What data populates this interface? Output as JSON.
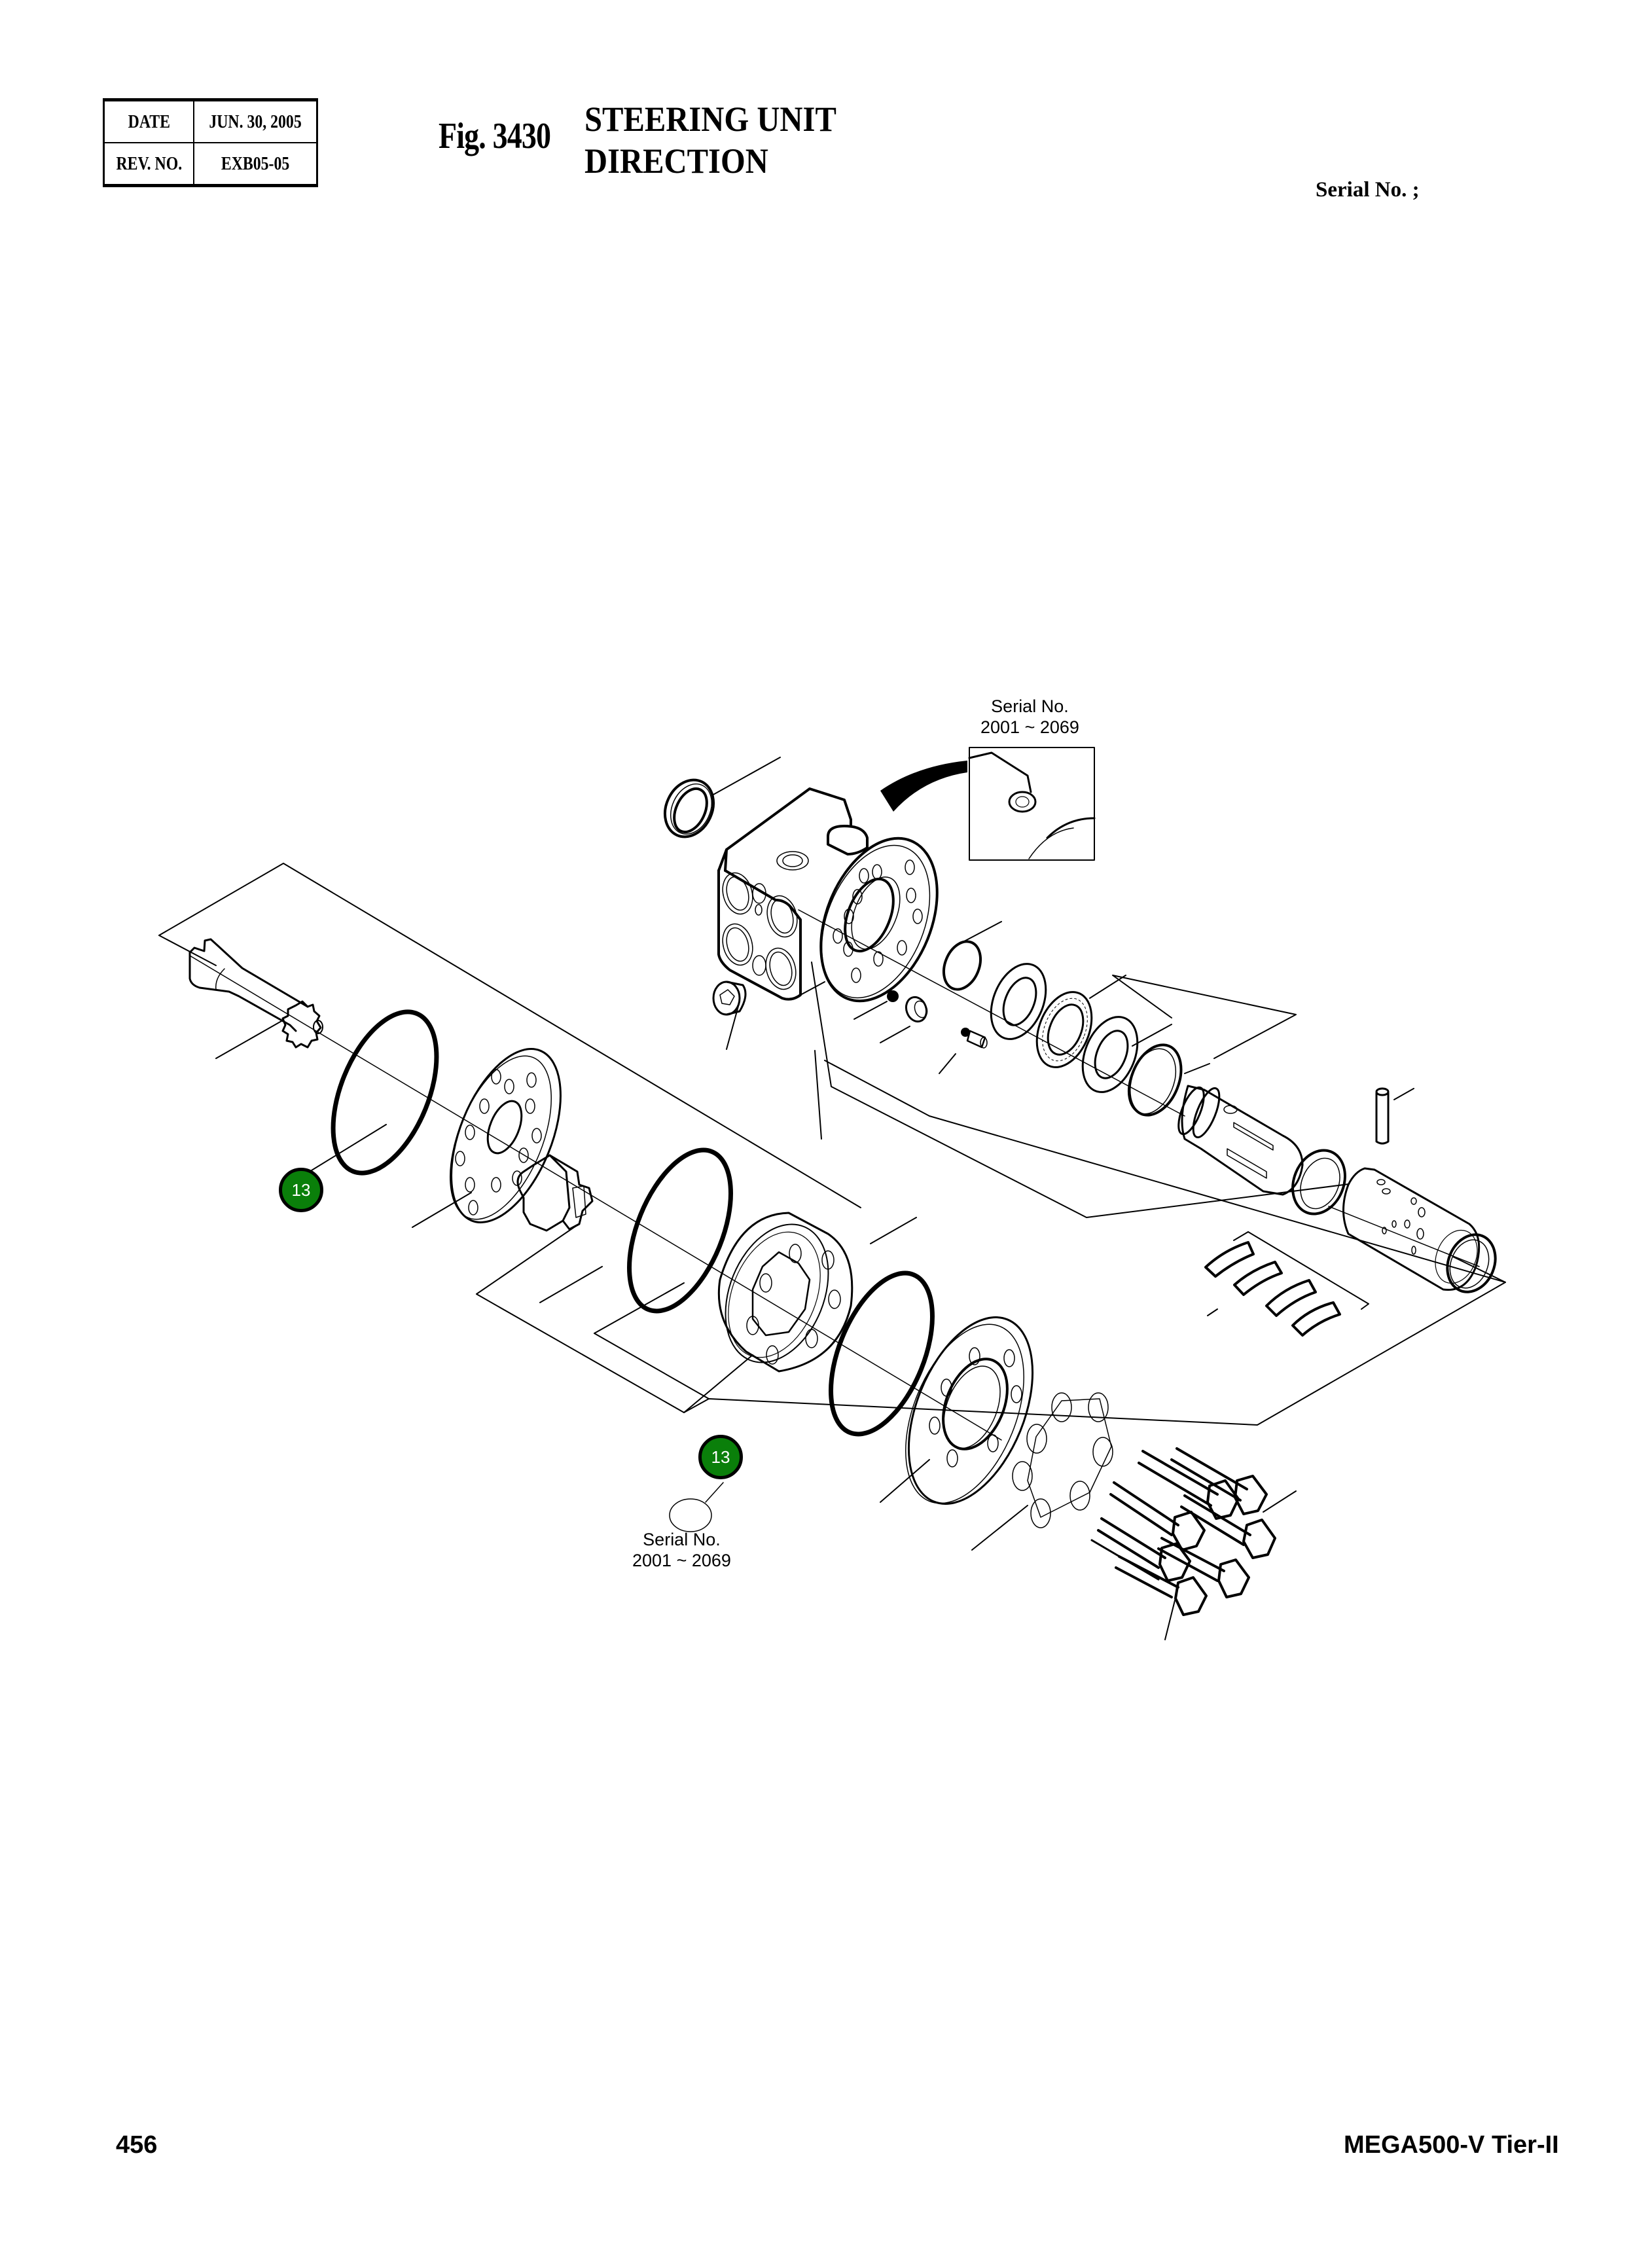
{
  "header": {
    "info_table": [
      {
        "label": "DATE",
        "value": "JUN.  30, 2005"
      },
      {
        "label": "REV. NO.",
        "value": "EXB05-05"
      }
    ],
    "figure_number": "Fig. 3430",
    "title_line1": "STEERING UNIT",
    "title_line2": "DIRECTION",
    "serial_label": "Serial No. ;"
  },
  "drawing": {
    "inset_callout": {
      "line1": "Serial No.",
      "line2": "2001 ~ 2069"
    },
    "lower_callout": {
      "line1": "Serial No.",
      "line2": "2001 ~ 2069"
    },
    "badges": [
      {
        "number": "13",
        "color": "#0a7f0a"
      },
      {
        "number": "13",
        "color": "#0a7f0a"
      }
    ]
  },
  "footer": {
    "page_number": "456",
    "model": "MEGA500-V Tier-II"
  }
}
